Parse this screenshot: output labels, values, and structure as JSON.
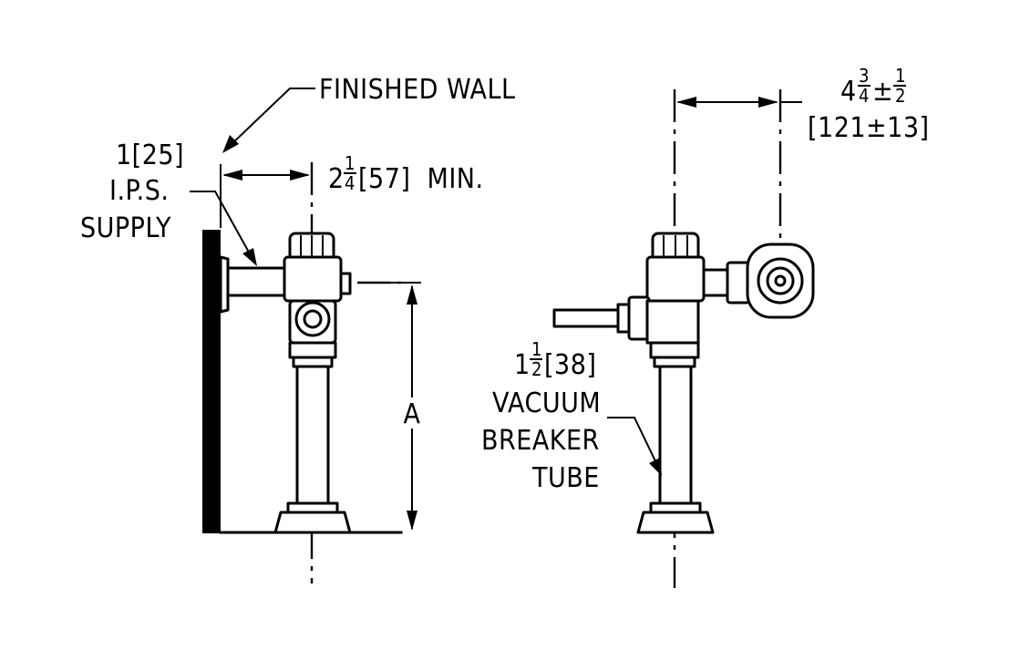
{
  "labels": {
    "finished_wall": "FINISHED WALL",
    "supply_size": "1[25]",
    "ips": "I.P.S.",
    "supply": "SUPPLY",
    "min_whole": "2",
    "min_num": "1",
    "min_den": "4",
    "min_rest": "[57]  MIN.",
    "dim_a": "A",
    "handle_whole": "4",
    "handle_num": "3",
    "handle_den": "4",
    "handle_pm": "±",
    "handle_tol_num": "1",
    "handle_tol_den": "2",
    "handle_metric": "[121±13]",
    "tube_whole": "1",
    "tube_num": "1",
    "tube_den": "2",
    "tube_rest": "[38]",
    "vacuum": "VACUUM",
    "breaker": "BREAKER",
    "tube": "TUBE"
  },
  "colors": {
    "ink": "#000000",
    "paper": "#ffffff"
  }
}
